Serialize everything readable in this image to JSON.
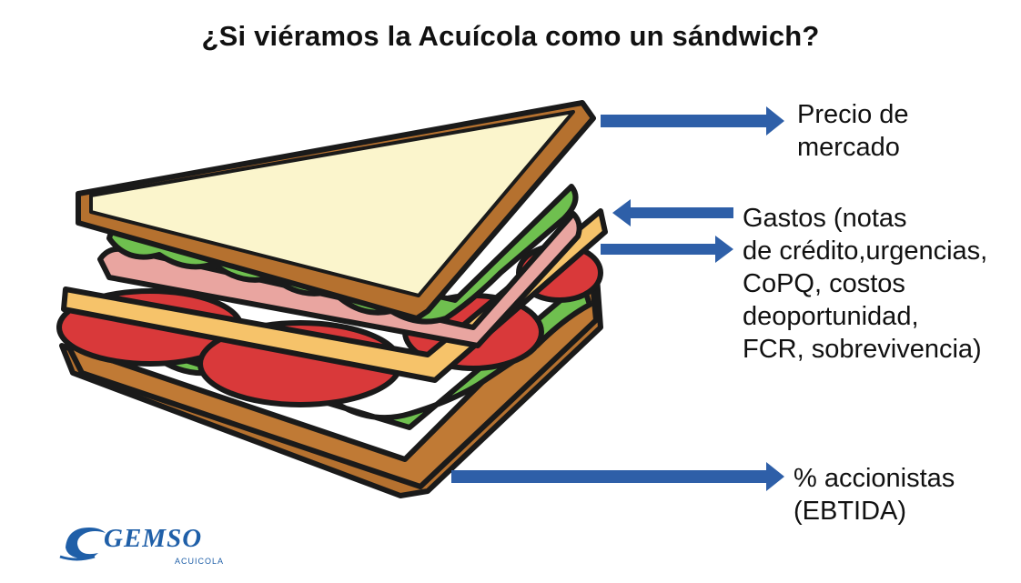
{
  "title": "¿Si viéramos la Acuícola como un sándwich?",
  "labels": {
    "price": [
      "Precio de",
      "mercado"
    ],
    "costs": [
      "Gastos (notas",
      "de crédito,urgencias,",
      "CoPQ, costos",
      "deoportunidad,",
      "FCR, sobrevivencia)"
    ],
    "ebitda": [
      "% accionistas",
      "(EBTIDA)"
    ]
  },
  "logo": {
    "name": "GEMSO",
    "subtitle": "ACUICOLA"
  },
  "colors": {
    "arrow": "#2e5fa8",
    "bread_crust": "#b5712f",
    "bread_top": "#fbf5cc",
    "lettuce": "#6fc04f",
    "ham": "#e9a5a0",
    "tomato": "#d9393a",
    "cheese": "#f6c36a",
    "logo": "#1f5fa8"
  }
}
